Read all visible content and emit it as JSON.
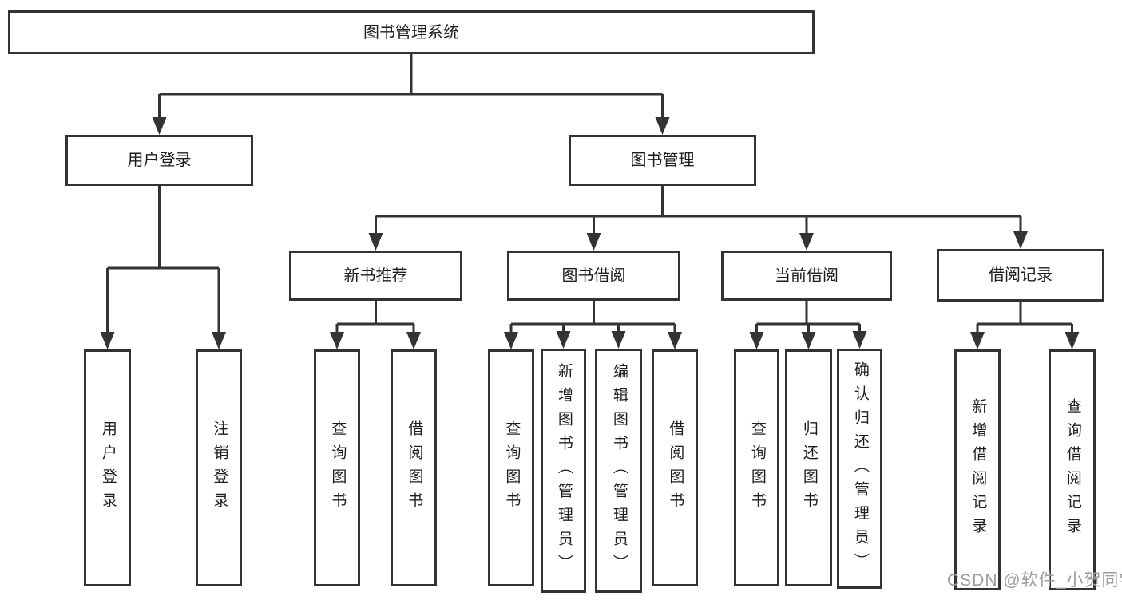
{
  "diagram": {
    "nodes": [
      {
        "id": "root",
        "label": "图书管理系统",
        "parent": null,
        "orientation": "horizontal"
      },
      {
        "id": "user-login",
        "label": "用户登录",
        "parent": "root",
        "orientation": "horizontal"
      },
      {
        "id": "book-management",
        "label": "图书管理",
        "parent": "root",
        "orientation": "horizontal"
      },
      {
        "id": "new-book-recommend",
        "label": "新书推荐",
        "parent": "book-management",
        "orientation": "horizontal"
      },
      {
        "id": "book-borrow",
        "label": "图书借阅",
        "parent": "book-management",
        "orientation": "horizontal"
      },
      {
        "id": "current-borrow",
        "label": "当前借阅",
        "parent": "book-management",
        "orientation": "horizontal"
      },
      {
        "id": "borrow-records",
        "label": "借阅记录",
        "parent": "book-management",
        "orientation": "horizontal"
      },
      {
        "id": "login",
        "label": "用户登录",
        "parent": "user-login",
        "orientation": "vertical"
      },
      {
        "id": "logout",
        "label": "注销登录",
        "parent": "user-login",
        "orientation": "vertical"
      },
      {
        "id": "rec-query-books",
        "label": "查询图书",
        "parent": "new-book-recommend",
        "orientation": "vertical"
      },
      {
        "id": "rec-borrow-books",
        "label": "借阅图书",
        "parent": "new-book-recommend",
        "orientation": "vertical"
      },
      {
        "id": "bb-query-books",
        "label": "查询图书",
        "parent": "book-borrow",
        "orientation": "vertical"
      },
      {
        "id": "bb-add-books",
        "label": "新增图书（管理员）",
        "parent": "book-borrow",
        "orientation": "vertical"
      },
      {
        "id": "bb-edit-books",
        "label": "编辑图书（管理员）",
        "parent": "book-borrow",
        "orientation": "vertical"
      },
      {
        "id": "bb-borrow-books",
        "label": "借阅图书",
        "parent": "book-borrow",
        "orientation": "vertical"
      },
      {
        "id": "cb-query-books",
        "label": "查询图书",
        "parent": "current-borrow",
        "orientation": "vertical"
      },
      {
        "id": "cb-return-books",
        "label": "归还图书",
        "parent": "current-borrow",
        "orientation": "vertical"
      },
      {
        "id": "cb-confirm-return",
        "label": "确认归还（管理员）",
        "parent": "current-borrow",
        "orientation": "vertical"
      },
      {
        "id": "br-add-record",
        "label": "新增借阅记录",
        "parent": "borrow-records",
        "orientation": "vertical"
      },
      {
        "id": "br-query-record",
        "label": "查询借阅记录",
        "parent": "borrow-records",
        "orientation": "vertical"
      }
    ],
    "colors": {
      "line": "#333333",
      "text": "#1d1d1d",
      "background": "#ffffff",
      "watermark": "#9c9c9c"
    },
    "watermark": {
      "text": "CSDN @软件_小贺同学"
    }
  }
}
